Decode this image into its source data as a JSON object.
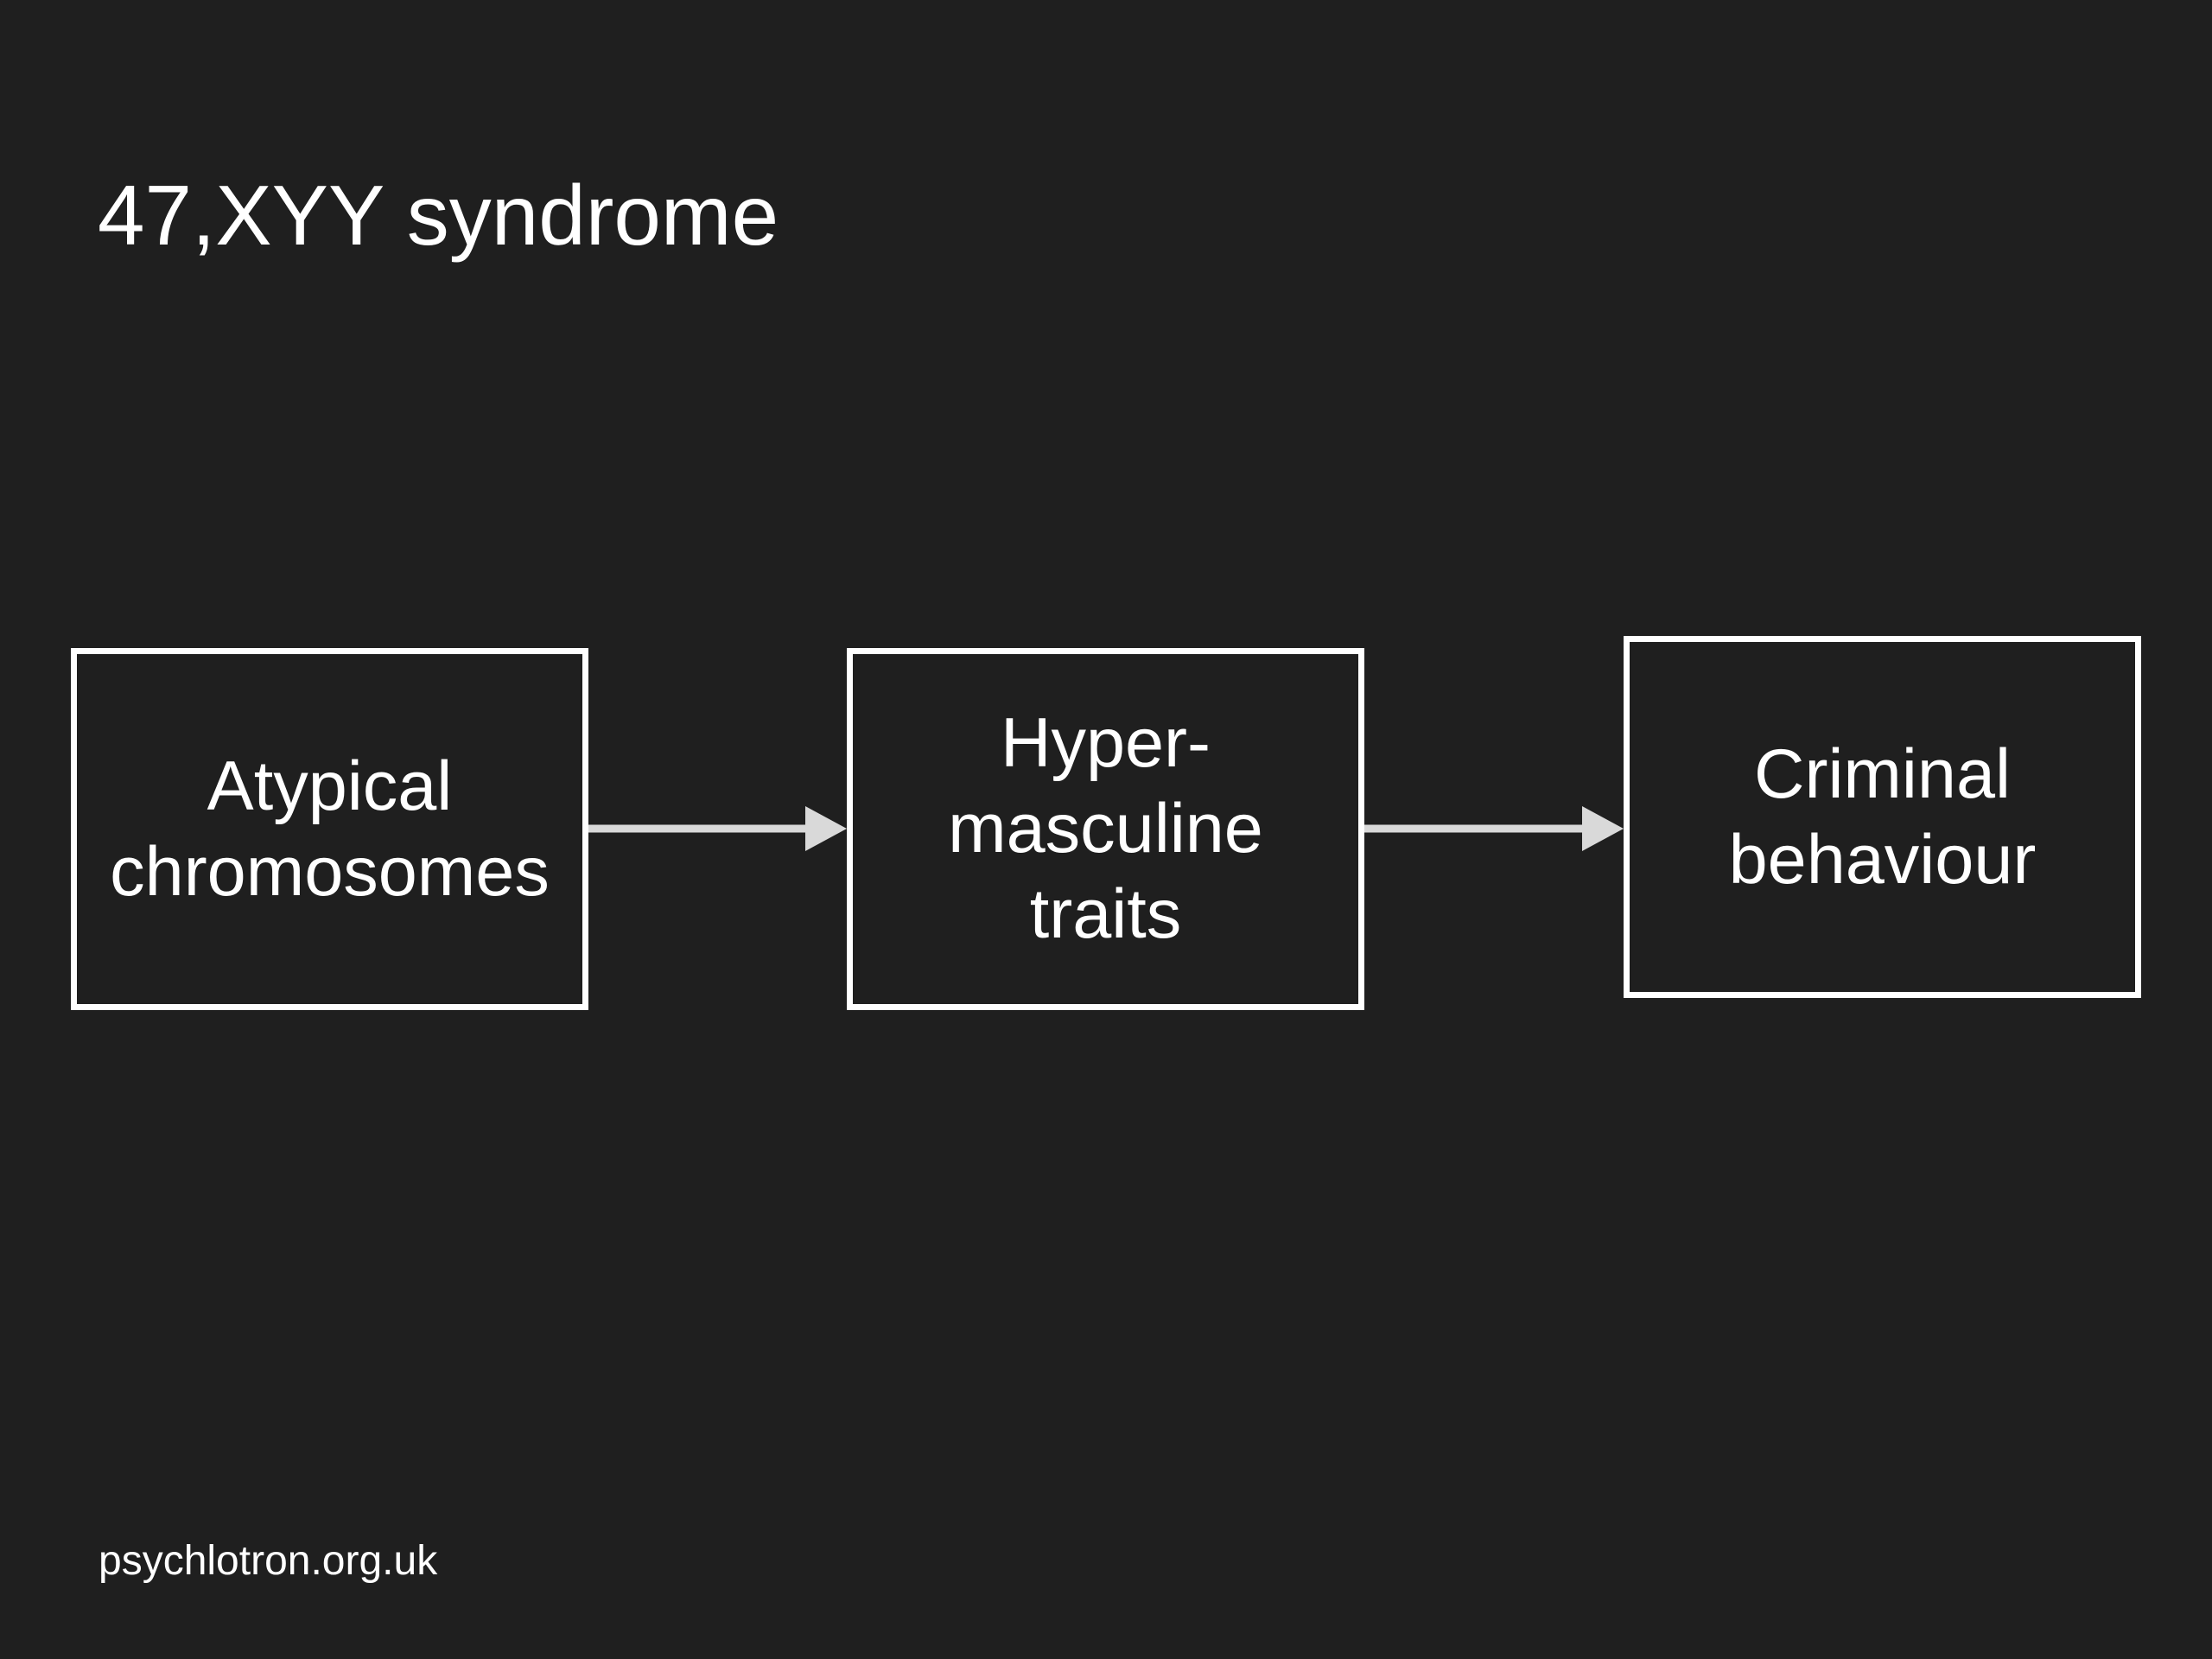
{
  "title": "47,XYY syndrome",
  "footer": "psychlotron.org.uk",
  "colors": {
    "background": "#1f1f1f",
    "box_border": "#ffffff",
    "arrow": "#d9d9d9",
    "text": "#ffffff"
  },
  "nodes": [
    {
      "id": "atypical-chromosomes",
      "label": "Atypical\nchromosomes"
    },
    {
      "id": "hyper-masculine-traits",
      "label": "Hyper-\nmasculine\ntraits"
    },
    {
      "id": "criminal-behaviour",
      "label": "Criminal\nbehaviour"
    }
  ],
  "edges": [
    {
      "from": "atypical-chromosomes",
      "to": "hyper-masculine-traits"
    },
    {
      "from": "hyper-masculine-traits",
      "to": "criminal-behaviour"
    }
  ]
}
